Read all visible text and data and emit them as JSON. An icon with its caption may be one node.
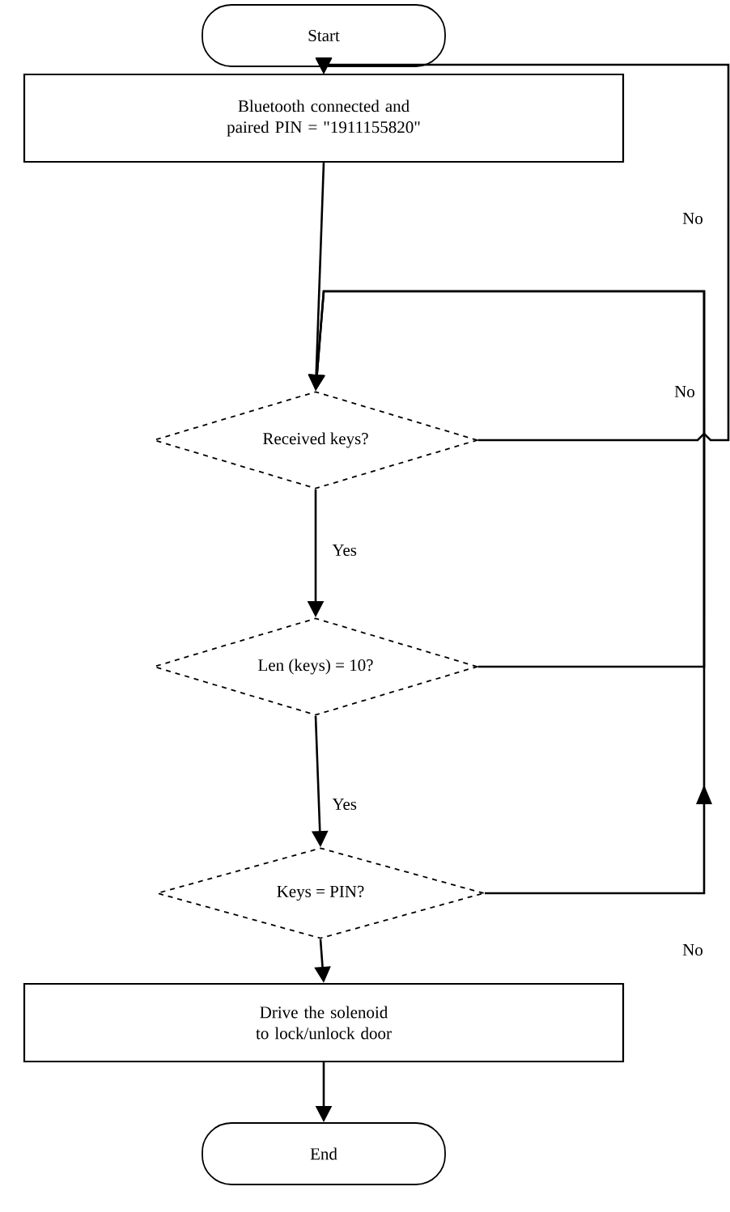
{
  "diagram": {
    "nodes": [
      {
        "text": [
          "Start"
        ]
      },
      {
        "text": [
          "Bluetooth connected and paired PIN = \"1911155820\""
        ]
      },
      {
        "text": [
          "Received keys?"
        ]
      },
      {
        "text": [
          "Len (keys) = 10?"
        ]
      },
      {
        "text": [
          "Keys = PIN?"
        ]
      },
      {
        "text": [
          "Drive the solenoid to lock/unlock door"
        ]
      },
      {
        "text": [
          "End"
        ]
      }
    ],
    "edges": [
      {
        "from": 0,
        "to": 1,
        "arrow": "to"
      },
      {
        "from": 2,
        "to": 1,
        "arrow": "to"
      },
      {
        "from": 1,
        "to": 2,
        "arrow": "to"
      },
      {
        "from": 2,
        "to": 3,
        "arrow": "to",
        "label": "Yes"
      },
      {
        "from": 3,
        "to": 2,
        "arrow": "to"
      },
      {
        "from": 3,
        "to": 4,
        "arrow": "to",
        "label": "Yes"
      },
      {
        "from": 4,
        "to": 2,
        "arrow": "to"
      },
      {
        "from": 4,
        "to": 5,
        "arrow": "to"
      },
      {
        "from": 5,
        "to": 6,
        "arrow": "to"
      }
    ],
    "labels": [
      "No",
      "No",
      "No"
    ]
  }
}
